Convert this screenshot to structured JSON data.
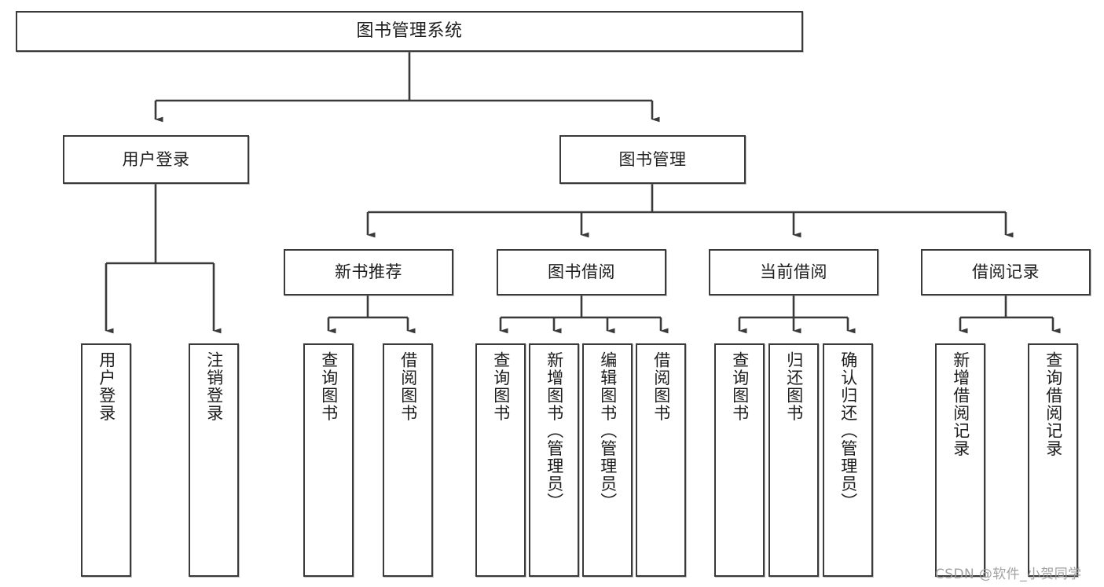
{
  "diagram": {
    "title": "图书管理系统",
    "type": "tree-hierarchy-chart",
    "watermark": "CSDN @软件_小贺同学",
    "line_color": "#3a3a3a",
    "box_fill": "#ffffff",
    "text_color": "#1d1d1d",
    "nodes": {
      "root": {
        "label": "图书管理系统"
      },
      "level2": [
        {
          "label": "用户登录"
        },
        {
          "label": "图书管理"
        }
      ],
      "level3": [
        {
          "label": "新书推荐"
        },
        {
          "label": "图书借阅"
        },
        {
          "label": "当前借阅"
        },
        {
          "label": "借阅记录"
        }
      ],
      "leaves": {
        "user_login": [
          {
            "label": "用户登录"
          },
          {
            "label": "注销登录"
          }
        ],
        "new_book": [
          {
            "label": "查询图书"
          },
          {
            "label": "借阅图书"
          }
        ],
        "book_borrow": [
          {
            "label": "查询图书"
          },
          {
            "label": "新增图书（管理员）"
          },
          {
            "label": "编辑图书（管理员）"
          },
          {
            "label": "借阅图书"
          }
        ],
        "current_borrow": [
          {
            "label": "查询图书"
          },
          {
            "label": "归还图书"
          },
          {
            "label": "确认归还（管理员）"
          }
        ],
        "borrow_record": [
          {
            "label": "新增借阅记录"
          },
          {
            "label": "查询借阅记录"
          }
        ]
      }
    }
  }
}
